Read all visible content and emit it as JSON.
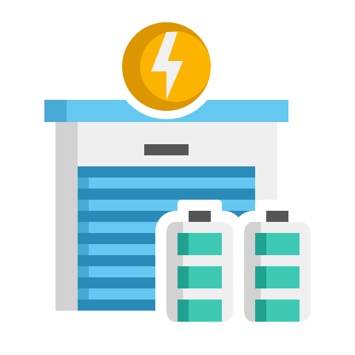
{
  "illustration": {
    "subject": "garage-energy-storage-icon",
    "icons": {
      "storage_building": "garage-icon",
      "energy_badge": "lightning-bolt-icon",
      "batteries": [
        "battery-icon",
        "battery-icon"
      ]
    },
    "colors": {
      "roof_light": "#64c8f0",
      "roof_dark": "#48a8d6",
      "wall": "#efefef",
      "wall_shadow": "#d2d2d2",
      "door_dark": "#2a8bb8",
      "door_light": "#64c8f0",
      "door_edge": "#48a8d6",
      "coin_main": "#fbb500",
      "coin_shadow": "#dc9600",
      "bolt": "#f0f0f0",
      "battery_body": "#efefef",
      "battery_shadow": "#d2d2d2",
      "battery_terminal": "#555555",
      "cell_main": "#3ec9b4",
      "cell_shadow": "#20a290",
      "handle": "#555555"
    },
    "battery_cells_per_battery": 3,
    "battery_charge_fraction": 1.0,
    "door_slat_count": 13
  }
}
